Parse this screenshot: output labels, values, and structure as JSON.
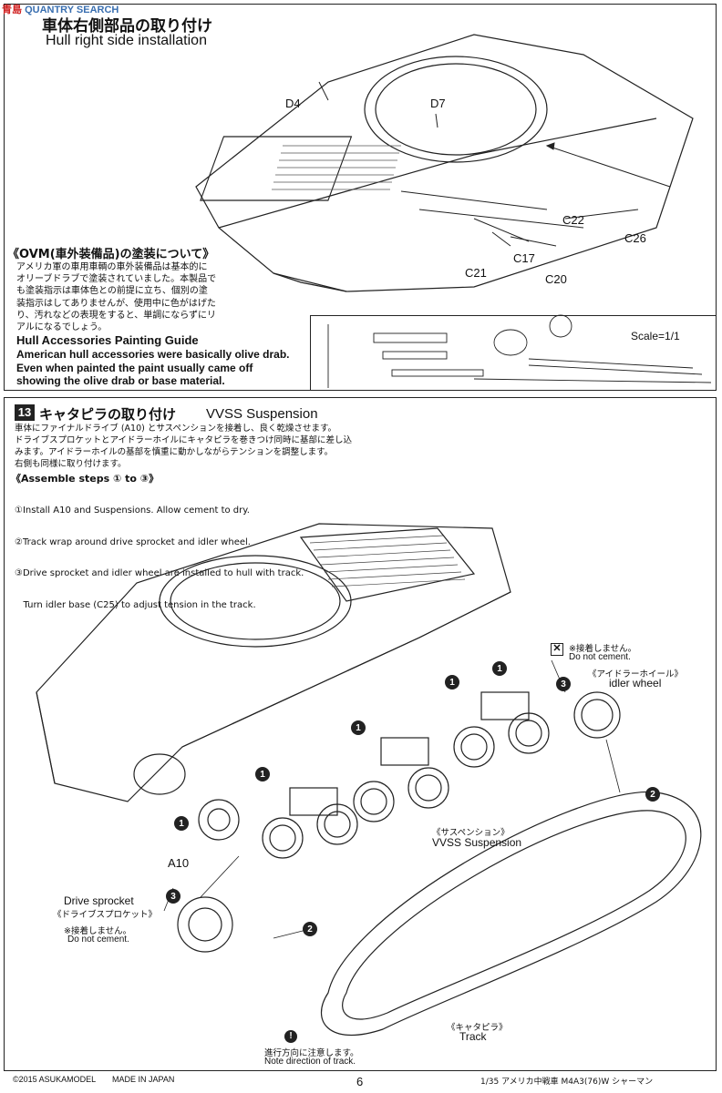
{
  "watermark": "QUANTRY SEARCH",
  "watermark_cjk": "青島",
  "step12": {
    "title_jp": "車体右側部品の取り付け",
    "title_en": "Hull right side installation",
    "parts": [
      "D4",
      "D7",
      "C22",
      "C26",
      "C21",
      "C17",
      "C20"
    ]
  },
  "ovm": {
    "heading_jp": "《OVM(車外装備品)の塗装について》",
    "body_jp": [
      "アメリカ軍の車用車輌の車外装備品は基本的に",
      "オリーブドラブで塗装されていました。本製品で",
      "も塗装指示は車体色との前提に立ち、個別の塗",
      "装指示はしてありませんが、使用中に色がはげた",
      "り、汚れなどの表現をすると、単調にならずにリ",
      "アルになるでしょう。"
    ],
    "heading_en": "Hull Accessories Painting Guide",
    "body_en": [
      "American hull accessories were basically olive drab.",
      "Even when painted the paint usually came off",
      "showing the olive drab or base material."
    ],
    "scale": "Scale=1/1"
  },
  "step13": {
    "number": "13",
    "title_jp": "キャタピラの取り付け",
    "title_en": "VVSS Suspension",
    "body_jp": [
      "車体にファイナルドライブ (A10) とサスペンションを接着し、良く乾燥させます。",
      "ドライブスプロケットとアイドラーホイルにキャタピラを巻きつけ同時に基部に差し込",
      "みます。アイドラーホイルの基部を慎重に動かしながらテンションを調整します。",
      "右側も同様に取り付けます。"
    ],
    "steps_heading": "《Assemble steps ① to ③》",
    "steps": [
      "①Install A10 and Suspensions. Allow cement to dry.",
      "②Track wrap around drive sprocket and idler wheel.",
      "③Drive sprocket and idler wheel are installed to hull with track.",
      "   Turn idler base (C25) to adjust tension in the track."
    ],
    "no_cement_jp": "※接着しません。",
    "no_cement_en": "Do not cement.",
    "idler_jp": "《アイドラーホイール》",
    "idler_en": "idler wheel",
    "susp_jp": "《サスペンション》",
    "susp_en": "VVSS Suspension",
    "a10": "A10",
    "sprocket_en": "Drive sprocket",
    "sprocket_jp": "《ドライブスプロケット》",
    "no_cement2_jp": "※接着しません。",
    "no_cement2_en": "Do not cement.",
    "track_jp": "《キャタピラ》",
    "track_en": "Track",
    "direction_jp": "進行方向に注意します。",
    "direction_en": "Note direction of track.",
    "badges": [
      "1",
      "1",
      "1",
      "1",
      "1",
      "2",
      "2",
      "3",
      "3"
    ]
  },
  "footer": {
    "copyright": "©2015 ASUKAMODEL",
    "made_in": "MADE IN JAPAN",
    "page": "6",
    "product": "1/35 アメリカ中戦車 M4A3(76)W シャーマン"
  }
}
